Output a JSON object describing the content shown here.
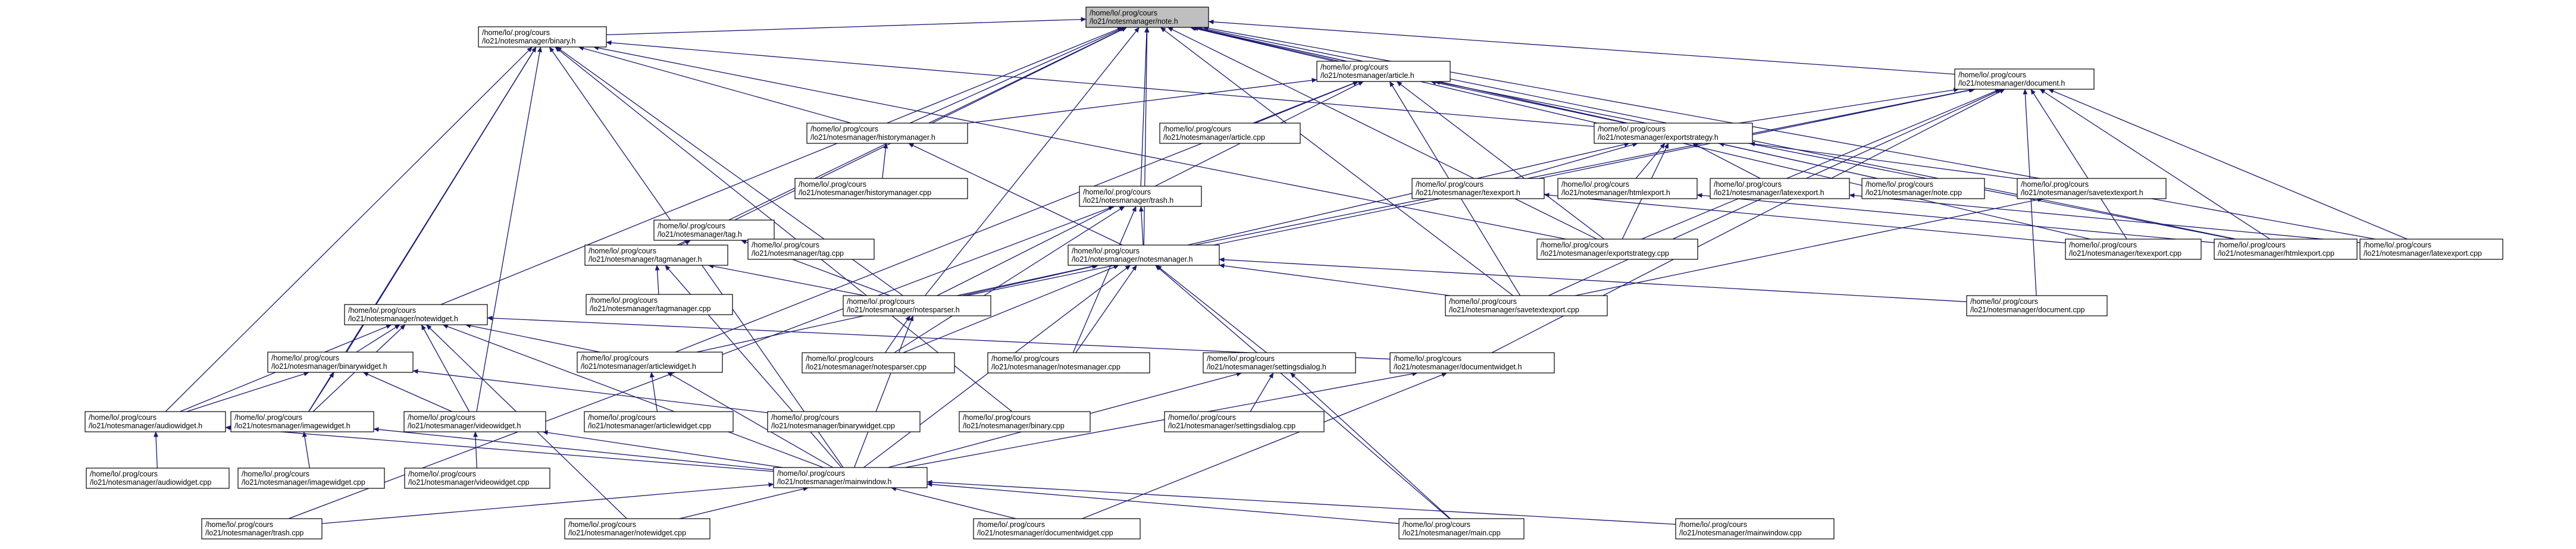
{
  "graph": {
    "kind": "include-dependency-graph",
    "edge_color": "#191970",
    "node_fill": "#ffffff",
    "root_fill": "#bfbfbf",
    "root": "note_h",
    "nodes": [
      {
        "id": "note_h",
        "l1": "/home/lo/.prog/cours",
        "l2": "/lo21/notesmanager/note.h",
        "root": true
      },
      {
        "id": "binary_h",
        "l1": "/home/lo/.prog/cours",
        "l2": "/lo21/notesmanager/binary.h"
      },
      {
        "id": "article_h",
        "l1": "/home/lo/.prog/cours",
        "l2": "/lo21/notesmanager/article.h"
      },
      {
        "id": "document_h",
        "l1": "/home/lo/.prog/cours",
        "l2": "/lo21/notesmanager/document.h"
      },
      {
        "id": "historymanager_h",
        "l1": "/home/lo/.prog/cours",
        "l2": "/lo21/notesmanager/historymanager.h"
      },
      {
        "id": "article_cpp",
        "l1": "/home/lo/.prog/cours",
        "l2": "/lo21/notesmanager/article.cpp"
      },
      {
        "id": "exportstrategy_h",
        "l1": "/home/lo/.prog/cours",
        "l2": "/lo21/notesmanager/exportstrategy.h"
      },
      {
        "id": "historymanager_cpp",
        "l1": "/home/lo/.prog/cours",
        "l2": "/lo21/notesmanager/historymanager.cpp"
      },
      {
        "id": "tag_h",
        "l1": "/home/lo/.prog/cours",
        "l2": "/lo21/notesmanager/tag.h"
      },
      {
        "id": "trash_h",
        "l1": "/home/lo/.prog/cours",
        "l2": "/lo21/notesmanager/trash.h"
      },
      {
        "id": "texexport_h",
        "l1": "/home/lo/.prog/cours",
        "l2": "/lo21/notesmanager/texexport.h"
      },
      {
        "id": "htmlexport_h",
        "l1": "/home/lo/.prog/cours",
        "l2": "/lo21/notesmanager/htmlexport.h"
      },
      {
        "id": "latexexport_h",
        "l1": "/home/lo/.prog/cours",
        "l2": "/lo21/notesmanager/latexexport.h"
      },
      {
        "id": "note_cpp",
        "l1": "/home/lo/.prog/cours",
        "l2": "/lo21/notesmanager/note.cpp"
      },
      {
        "id": "savetextexport_h",
        "l1": "/home/lo/.prog/cours",
        "l2": "/lo21/notesmanager/savetextexport.h"
      },
      {
        "id": "tag_cpp",
        "l1": "/home/lo/.prog/cours",
        "l2": "/lo21/notesmanager/tag.cpp"
      },
      {
        "id": "exportstrategy_cpp",
        "l1": "/home/lo/.prog/cours",
        "l2": "/lo21/notesmanager/exportstrategy.cpp"
      },
      {
        "id": "tagmanager_h",
        "l1": "/home/lo/.prog/cours",
        "l2": "/lo21/notesmanager/tagmanager.h"
      },
      {
        "id": "notesmanager_h",
        "l1": "/home/lo/.prog/cours",
        "l2": "/lo21/notesmanager/notesmanager.h"
      },
      {
        "id": "texexport_cpp",
        "l1": "/home/lo/.prog/cours",
        "l2": "/lo21/notesmanager/texexport.cpp"
      },
      {
        "id": "htmlexport_cpp",
        "l1": "/home/lo/.prog/cours",
        "l2": "/lo21/notesmanager/htmlexport.cpp"
      },
      {
        "id": "latexexport_cpp",
        "l1": "/home/lo/.prog/cours",
        "l2": "/lo21/notesmanager/latexexport.cpp"
      },
      {
        "id": "notewidget_h",
        "l1": "/home/lo/.prog/cours",
        "l2": "/lo21/notesmanager/notewidget.h"
      },
      {
        "id": "tagmanager_cpp",
        "l1": "/home/lo/.prog/cours",
        "l2": "/lo21/notesmanager/tagmanager.cpp"
      },
      {
        "id": "notesparser_h",
        "l1": "/home/lo/.prog/cours",
        "l2": "/lo21/notesmanager/notesparser.h"
      },
      {
        "id": "savetextexport_cpp",
        "l1": "/home/lo/.prog/cours",
        "l2": "/lo21/notesmanager/savetextexport.cpp"
      },
      {
        "id": "document_cpp",
        "l1": "/home/lo/.prog/cours",
        "l2": "/lo21/notesmanager/document.cpp"
      },
      {
        "id": "binarywidget_h",
        "l1": "/home/lo/.prog/cours",
        "l2": "/lo21/notesmanager/binarywidget.h"
      },
      {
        "id": "articlewidget_h",
        "l1": "/home/lo/.prog/cours",
        "l2": "/lo21/notesmanager/articlewidget.h"
      },
      {
        "id": "notesparser_cpp",
        "l1": "/home/lo/.prog/cours",
        "l2": "/lo21/notesmanager/notesparser.cpp"
      },
      {
        "id": "notesmanager_cpp",
        "l1": "/home/lo/.prog/cours",
        "l2": "/lo21/notesmanager/notesmanager.cpp"
      },
      {
        "id": "settingsdialog_h",
        "l1": "/home/lo/.prog/cours",
        "l2": "/lo21/notesmanager/settingsdialog.h"
      },
      {
        "id": "documentwidget_h",
        "l1": "/home/lo/.prog/cours",
        "l2": "/lo21/notesmanager/documentwidget.h"
      },
      {
        "id": "audiowidget_h",
        "l1": "/home/lo/.prog/cours",
        "l2": "/lo21/notesmanager/audiowidget.h"
      },
      {
        "id": "imagewidget_h",
        "l1": "/home/lo/.prog/cours",
        "l2": "/lo21/notesmanager/imagewidget.h"
      },
      {
        "id": "videowidget_h",
        "l1": "/home/lo/.prog/cours",
        "l2": "/lo21/notesmanager/videowidget.h"
      },
      {
        "id": "articlewidget_cpp",
        "l1": "/home/lo/.prog/cours",
        "l2": "/lo21/notesmanager/articlewidget.cpp"
      },
      {
        "id": "binarywidget_cpp",
        "l1": "/home/lo/.prog/cours",
        "l2": "/lo21/notesmanager/binarywidget.cpp"
      },
      {
        "id": "binary_cpp",
        "l1": "/home/lo/.prog/cours",
        "l2": "/lo21/notesmanager/binary.cpp"
      },
      {
        "id": "settingsdialog_cpp",
        "l1": "/home/lo/.prog/cours",
        "l2": "/lo21/notesmanager/settingsdialog.cpp"
      },
      {
        "id": "audiowidget_cpp",
        "l1": "/home/lo/.prog/cours",
        "l2": "/lo21/notesmanager/audiowidget.cpp"
      },
      {
        "id": "imagewidget_cpp",
        "l1": "/home/lo/.prog/cours",
        "l2": "/lo21/notesmanager/imagewidget.cpp"
      },
      {
        "id": "videowidget_cpp",
        "l1": "/home/lo/.prog/cours",
        "l2": "/lo21/notesmanager/videowidget.cpp"
      },
      {
        "id": "mainwindow_h",
        "l1": "/home/lo/.prog/cours",
        "l2": "/lo21/notesmanager/mainwindow.h"
      },
      {
        "id": "trash_cpp",
        "l1": "/home/lo/.prog/cours",
        "l2": "/lo21/notesmanager/trash.cpp"
      },
      {
        "id": "notewidget_cpp",
        "l1": "/home/lo/.prog/cours",
        "l2": "/lo21/notesmanager/notewidget.cpp"
      },
      {
        "id": "documentwidget_cpp",
        "l1": "/home/lo/.prog/cours",
        "l2": "/lo21/notesmanager/documentwidget.cpp"
      },
      {
        "id": "main_cpp",
        "l1": "/home/lo/.prog/cours",
        "l2": "/lo21/notesmanager/main.cpp"
      },
      {
        "id": "mainwindow_cpp",
        "l1": "/home/lo/.prog/cours",
        "l2": "/lo21/notesmanager/mainwindow.cpp"
      }
    ],
    "edges": [
      [
        "binary_h",
        "note_h"
      ],
      [
        "article_h",
        "note_h"
      ],
      [
        "document_h",
        "note_h"
      ],
      [
        "historymanager_h",
        "note_h"
      ],
      [
        "exportstrategy_h",
        "note_h"
      ],
      [
        "tag_h",
        "note_h"
      ],
      [
        "trash_h",
        "note_h"
      ],
      [
        "note_cpp",
        "note_h"
      ],
      [
        "exportstrategy_cpp",
        "note_h"
      ],
      [
        "tagmanager_h",
        "note_h"
      ],
      [
        "notesmanager_h",
        "note_h"
      ],
      [
        "notewidget_h",
        "note_h"
      ],
      [
        "notesparser_h",
        "note_h"
      ],
      [
        "savetextexport_cpp",
        "note_h"
      ],
      [
        "texexport_cpp",
        "note_h"
      ],
      [
        "htmlexport_cpp",
        "note_h"
      ],
      [
        "latexexport_cpp",
        "note_h"
      ],
      [
        "historymanager_h",
        "binary_h"
      ],
      [
        "exportstrategy_h",
        "binary_h"
      ],
      [
        "notesparser_h",
        "binary_h"
      ],
      [
        "binarywidget_h",
        "binary_h"
      ],
      [
        "audiowidget_h",
        "binary_h"
      ],
      [
        "imagewidget_h",
        "binary_h"
      ],
      [
        "videowidget_h",
        "binary_h"
      ],
      [
        "binary_cpp",
        "binary_h"
      ],
      [
        "mainwindow_h",
        "binary_h"
      ],
      [
        "exportstrategy_cpp",
        "binary_h"
      ],
      [
        "historymanager_h",
        "article_h"
      ],
      [
        "article_cpp",
        "article_h"
      ],
      [
        "exportstrategy_h",
        "article_h"
      ],
      [
        "notesparser_h",
        "article_h"
      ],
      [
        "articlewidget_h",
        "article_h"
      ],
      [
        "exportstrategy_cpp",
        "article_h"
      ],
      [
        "savetextexport_cpp",
        "article_h"
      ],
      [
        "htmlexport_cpp",
        "article_h"
      ],
      [
        "exportstrategy_h",
        "document_h"
      ],
      [
        "document_cpp",
        "document_h"
      ],
      [
        "notesparser_h",
        "document_h"
      ],
      [
        "documentwidget_h",
        "document_h"
      ],
      [
        "exportstrategy_cpp",
        "document_h"
      ],
      [
        "texexport_cpp",
        "document_h"
      ],
      [
        "htmlexport_cpp",
        "document_h"
      ],
      [
        "latexexport_cpp",
        "document_h"
      ],
      [
        "savetextexport_cpp",
        "document_h"
      ],
      [
        "notesmanager_h",
        "document_h"
      ],
      [
        "historymanager_cpp",
        "historymanager_h"
      ],
      [
        "notesmanager_h",
        "historymanager_h"
      ],
      [
        "texexport_h",
        "exportstrategy_h"
      ],
      [
        "htmlexport_h",
        "exportstrategy_h"
      ],
      [
        "latexexport_h",
        "exportstrategy_h"
      ],
      [
        "savetextexport_h",
        "exportstrategy_h"
      ],
      [
        "exportstrategy_cpp",
        "exportstrategy_h"
      ],
      [
        "notesmanager_h",
        "exportstrategy_h"
      ],
      [
        "note_cpp",
        "exportstrategy_h"
      ],
      [
        "tag_cpp",
        "tag_h"
      ],
      [
        "tagmanager_h",
        "tag_h"
      ],
      [
        "notesparser_h",
        "tag_h"
      ],
      [
        "notesmanager_h",
        "trash_h"
      ],
      [
        "trash_cpp",
        "trash_h"
      ],
      [
        "notesparser_cpp",
        "trash_h"
      ],
      [
        "notesmanager_cpp",
        "trash_h"
      ],
      [
        "texexport_cpp",
        "texexport_h"
      ],
      [
        "htmlexport_cpp",
        "htmlexport_h"
      ],
      [
        "latexexport_cpp",
        "latexexport_h"
      ],
      [
        "savetextexport_cpp",
        "savetextexport_h"
      ],
      [
        "tagmanager_cpp",
        "tagmanager_h"
      ],
      [
        "notesparser_h",
        "tagmanager_h"
      ],
      [
        "mainwindow_h",
        "tagmanager_h"
      ],
      [
        "notesparser_h",
        "notesmanager_h"
      ],
      [
        "notesmanager_cpp",
        "notesmanager_h"
      ],
      [
        "settingsdialog_h",
        "notesmanager_h"
      ],
      [
        "mainwindow_h",
        "notesmanager_h"
      ],
      [
        "document_cpp",
        "notesmanager_h"
      ],
      [
        "main_cpp",
        "notesmanager_h"
      ],
      [
        "savetextexport_cpp",
        "notesmanager_h"
      ],
      [
        "notesparser_cpp",
        "notesmanager_h"
      ],
      [
        "articlewidget_h",
        "notesmanager_h"
      ],
      [
        "binarywidget_h",
        "notewidget_h"
      ],
      [
        "articlewidget_h",
        "notewidget_h"
      ],
      [
        "documentwidget_h",
        "notewidget_h"
      ],
      [
        "audiowidget_h",
        "notewidget_h"
      ],
      [
        "imagewidget_h",
        "notewidget_h"
      ],
      [
        "videowidget_h",
        "notewidget_h"
      ],
      [
        "mainwindow_h",
        "notewidget_h"
      ],
      [
        "notewidget_cpp",
        "notewidget_h"
      ],
      [
        "notesparser_cpp",
        "notesparser_h"
      ],
      [
        "mainwindow_h",
        "notesparser_h"
      ],
      [
        "audiowidget_h",
        "binarywidget_h"
      ],
      [
        "imagewidget_h",
        "binarywidget_h"
      ],
      [
        "videowidget_h",
        "binarywidget_h"
      ],
      [
        "binarywidget_cpp",
        "binarywidget_h"
      ],
      [
        "articlewidget_cpp",
        "articlewidget_h"
      ],
      [
        "mainwindow_h",
        "articlewidget_h"
      ],
      [
        "settingsdialog_cpp",
        "settingsdialog_h"
      ],
      [
        "mainwindow_h",
        "settingsdialog_h"
      ],
      [
        "main_cpp",
        "settingsdialog_h"
      ],
      [
        "documentwidget_cpp",
        "documentwidget_h"
      ],
      [
        "mainwindow_h",
        "documentwidget_h"
      ],
      [
        "audiowidget_cpp",
        "audiowidget_h"
      ],
      [
        "mainwindow_h",
        "audiowidget_h"
      ],
      [
        "imagewidget_cpp",
        "imagewidget_h"
      ],
      [
        "mainwindow_h",
        "imagewidget_h"
      ],
      [
        "videowidget_cpp",
        "videowidget_h"
      ],
      [
        "mainwindow_h",
        "videowidget_h"
      ],
      [
        "trash_cpp",
        "mainwindow_h"
      ],
      [
        "notewidget_cpp",
        "mainwindow_h"
      ],
      [
        "documentwidget_cpp",
        "mainwindow_h"
      ],
      [
        "main_cpp",
        "mainwindow_h"
      ],
      [
        "mainwindow_cpp",
        "mainwindow_h"
      ]
    ]
  }
}
